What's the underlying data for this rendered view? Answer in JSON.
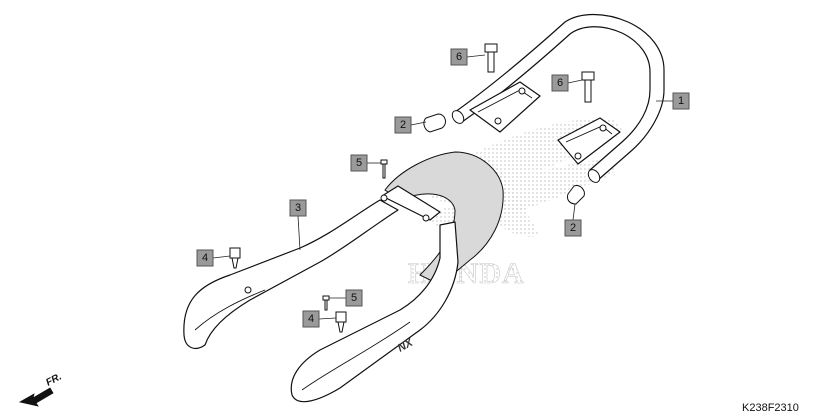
{
  "diagram_code": "K238F2310",
  "direction_label": "FR.",
  "brand_watermark": "HONDA",
  "side_cover_badge": "NX",
  "callouts": [
    {
      "id": "callout-1",
      "label": "1"
    },
    {
      "id": "callout-2-left",
      "label": "2"
    },
    {
      "id": "callout-2-right",
      "label": "2"
    },
    {
      "id": "callout-3",
      "label": "3"
    },
    {
      "id": "callout-4-top",
      "label": "4"
    },
    {
      "id": "callout-4-bottom",
      "label": "4"
    },
    {
      "id": "callout-5-top",
      "label": "5"
    },
    {
      "id": "callout-5-bottom",
      "label": "5"
    },
    {
      "id": "callout-6-left",
      "label": "6"
    },
    {
      "id": "callout-6-right",
      "label": "6"
    }
  ],
  "colors": {
    "callout_fill": "#9a9a9a",
    "line": "#111111",
    "watermark": "#c8c8c8"
  }
}
